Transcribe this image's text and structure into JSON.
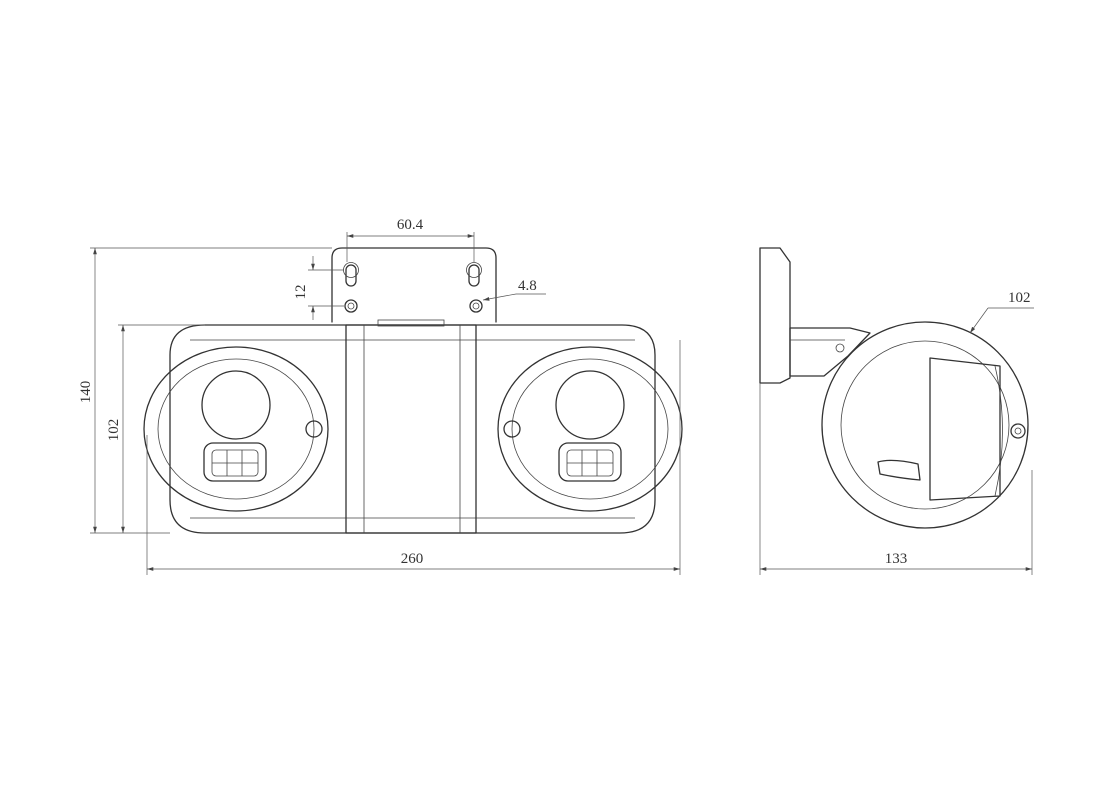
{
  "dimensions": {
    "bracket_hole_spacing": "60.4",
    "keyhole_height": "12",
    "hole_diameter": "4.8",
    "total_height": "140",
    "body_height": "102",
    "total_width": "260",
    "side_diameter": "102",
    "depth": "133"
  }
}
